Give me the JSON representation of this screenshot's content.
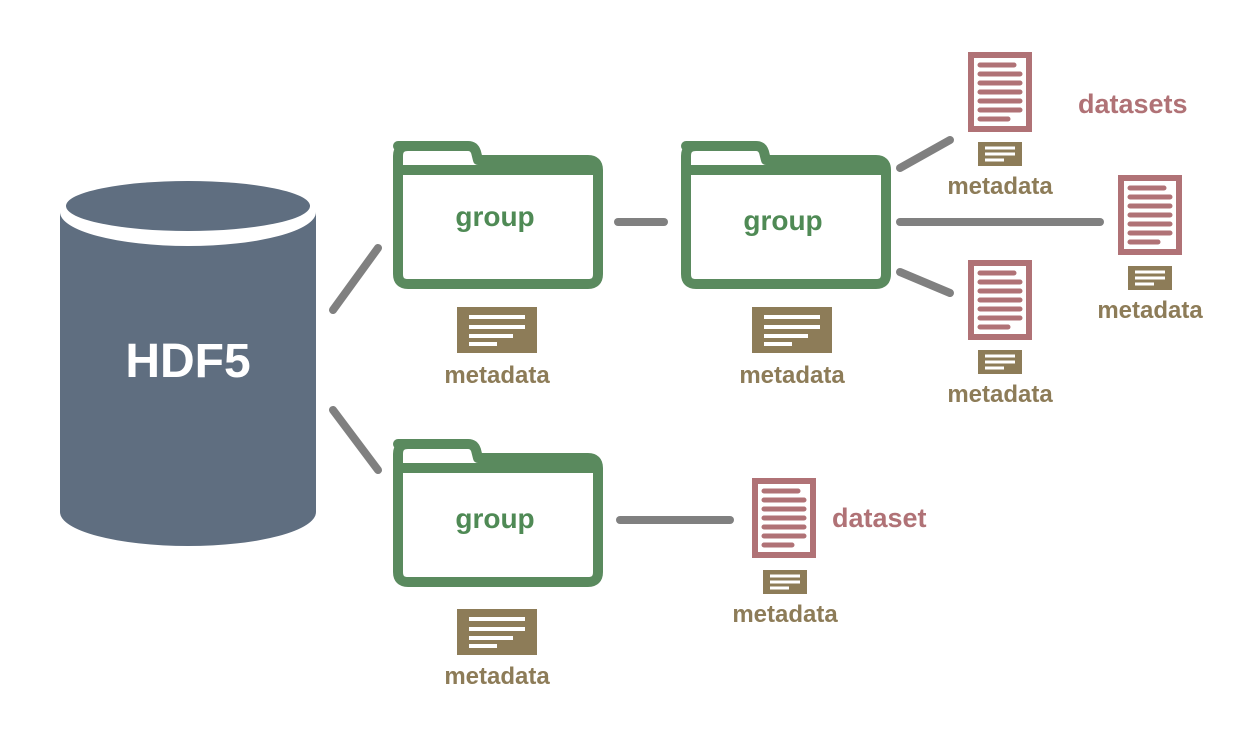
{
  "diagram": {
    "root_label": "HDF5",
    "group_label": "group",
    "metadata_label": "metadata",
    "datasets_label": "datasets",
    "dataset_label": "dataset",
    "colors": {
      "cylinder": "#5f6e80",
      "group_stroke": "#5a8a5e",
      "group_text": "#4f8a55",
      "metadata": "#8d7c58",
      "dataset": "#b07276",
      "connector": "#808080",
      "background": "#ffffff"
    },
    "icons": {
      "root": "database-cylinder-icon",
      "group": "folder-icon",
      "metadata": "metadata-card-icon",
      "dataset": "document-icon"
    }
  }
}
